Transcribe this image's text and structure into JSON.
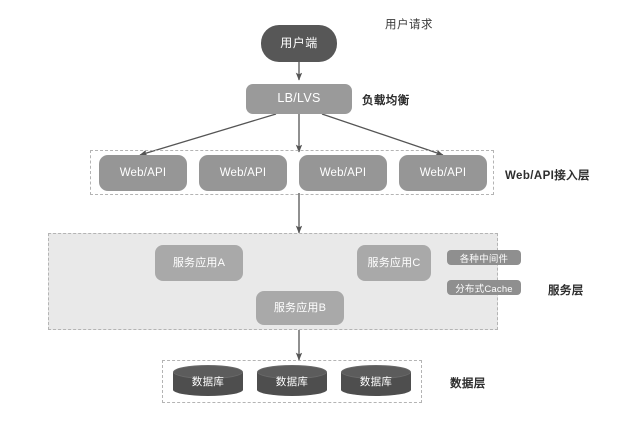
{
  "diagram": {
    "title_labels": {
      "user_request": "用户请求",
      "load_balance": "负载均衡",
      "web_api_layer": "Web/API接入层",
      "service_layer": "服务层",
      "data_layer": "数据层"
    },
    "client": {
      "label": "用户端"
    },
    "load_balancer": {
      "label": "LB/LVS"
    },
    "web_nodes": [
      {
        "label": "Web/API"
      },
      {
        "label": "Web/API"
      },
      {
        "label": "Web/API"
      },
      {
        "label": "Web/API"
      }
    ],
    "service_nodes": [
      {
        "id": "a",
        "label": "服务应用A"
      },
      {
        "id": "b",
        "label": "服务应用B"
      },
      {
        "id": "c",
        "label": "服务应用C"
      }
    ],
    "service_badges": [
      {
        "label": "各种中间件"
      },
      {
        "label": "分布式Cache"
      }
    ],
    "database_nodes": [
      {
        "label": "数据库"
      },
      {
        "label": "数据库"
      },
      {
        "label": "数据库"
      }
    ],
    "colors": {
      "client_fill": "#575757",
      "lb_fill": "#9a9a9a",
      "web_fill": "#969696",
      "service_fill": "#a9a9a9",
      "db_fill": "#4e4e4e",
      "zone_fill": "#e9e9e9",
      "zone_border": "#b4b4b4",
      "arrow": "#555555",
      "badge_fill": "#8f8f8f"
    }
  }
}
